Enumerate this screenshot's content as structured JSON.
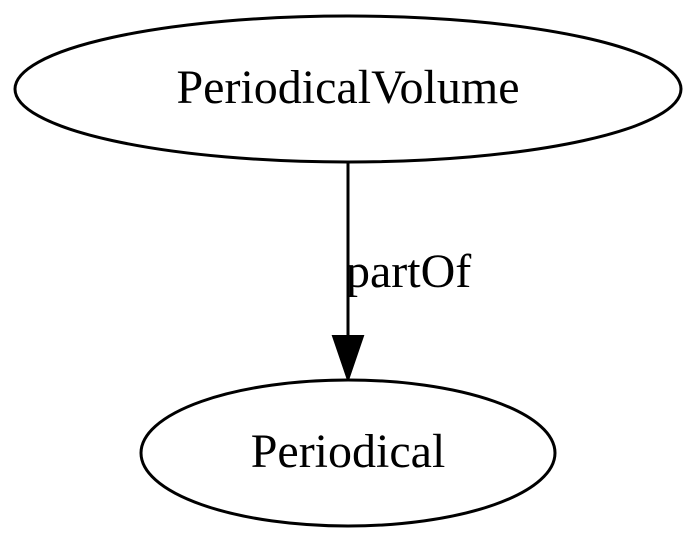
{
  "diagram": {
    "nodes": {
      "source": {
        "label": "PeriodicalVolume"
      },
      "target": {
        "label": "Periodical"
      }
    },
    "edges": [
      {
        "from": "PeriodicalVolume",
        "to": "Periodical",
        "label": "partOf"
      }
    ]
  }
}
